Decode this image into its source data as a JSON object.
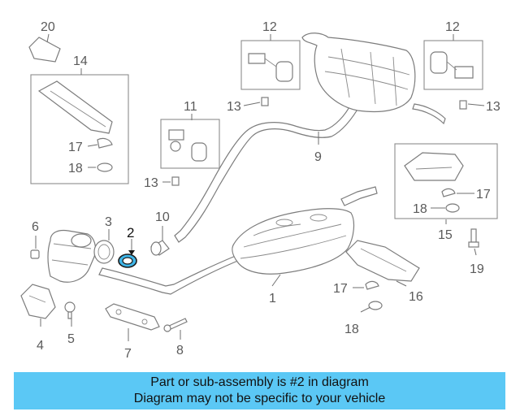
{
  "labels": {
    "l1": "1",
    "l2": "2",
    "l3": "3",
    "l4": "4",
    "l5": "5",
    "l6": "6",
    "l7": "7",
    "l8": "8",
    "l9": "9",
    "l10": "10",
    "l11": "11",
    "l12a": "12",
    "l12b": "12",
    "l13a": "13",
    "l13b": "13",
    "l13c": "13",
    "l14": "14",
    "l15": "15",
    "l16": "16",
    "l17a": "17",
    "l17b": "17",
    "l17c": "17",
    "l18a": "18",
    "l18b": "18",
    "l18c": "18",
    "l19": "19",
    "l20": "20"
  },
  "caption": {
    "line1": "Part or sub-assembly is #2 in diagram",
    "line2": "Diagram may not be specific to your vehicle"
  },
  "colors": {
    "caption_bg": "#5bc8f5",
    "highlight_part": "#3fb7ea"
  }
}
